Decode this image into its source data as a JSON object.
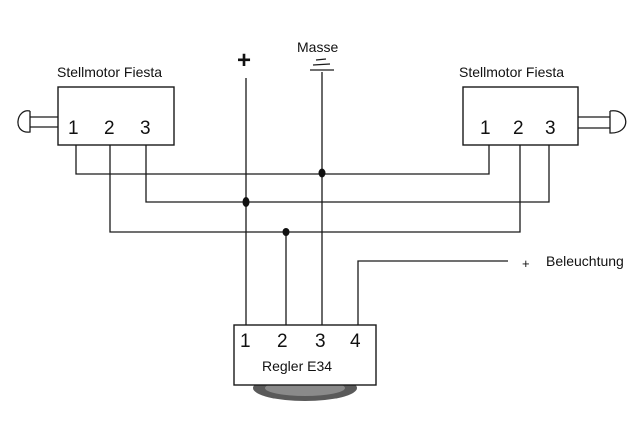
{
  "motor_left": {
    "title": "Stellmotor Fiesta",
    "pins": [
      "1",
      "2",
      "3"
    ]
  },
  "motor_right": {
    "title": "Stellmotor Fiesta",
    "pins": [
      "1",
      "2",
      "3"
    ]
  },
  "supply": {
    "plus_symbol": "+",
    "ground_label": "Masse"
  },
  "lighting": {
    "symbol": "+",
    "label": "Beleuchtung"
  },
  "regulator": {
    "title": "Regler E34",
    "pins": [
      "1",
      "2",
      "3",
      "4"
    ]
  }
}
